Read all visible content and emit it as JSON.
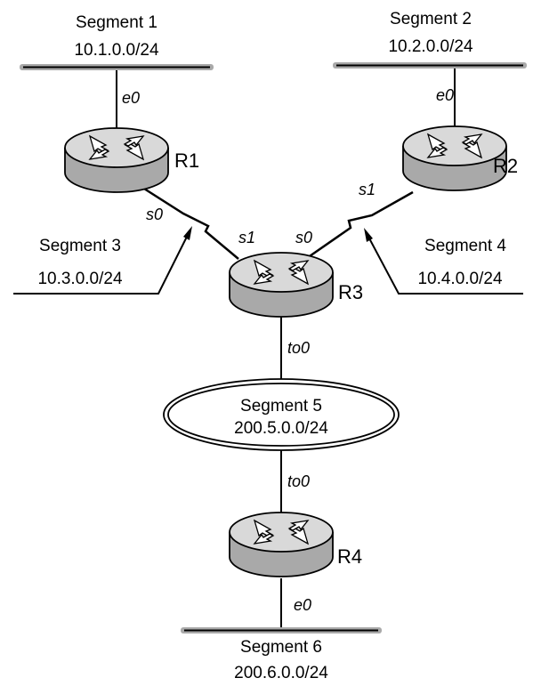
{
  "segments": [
    {
      "name": "Segment 1",
      "net": "10.1.0.0/24"
    },
    {
      "name": "Segment 2",
      "net": "10.2.0.0/24"
    },
    {
      "name": "Segment 3",
      "net": "10.3.0.0/24"
    },
    {
      "name": "Segment 4",
      "net": "10.4.0.0/24"
    },
    {
      "name": "Segment 5",
      "net": "200.5.0.0/24"
    },
    {
      "name": "Segment 6",
      "net": "200.6.0.0/24"
    }
  ],
  "routers": [
    "R1",
    "R2",
    "R3",
    "R4"
  ],
  "interfaces": {
    "r1_e0": "e0",
    "r1_s0": "s0",
    "r2_e0": "e0",
    "r2_s1": "s1",
    "r3_s1": "s1",
    "r3_s0": "s0",
    "r3_to0": "to0",
    "r4_to0": "to0",
    "r4_e0": "e0"
  }
}
